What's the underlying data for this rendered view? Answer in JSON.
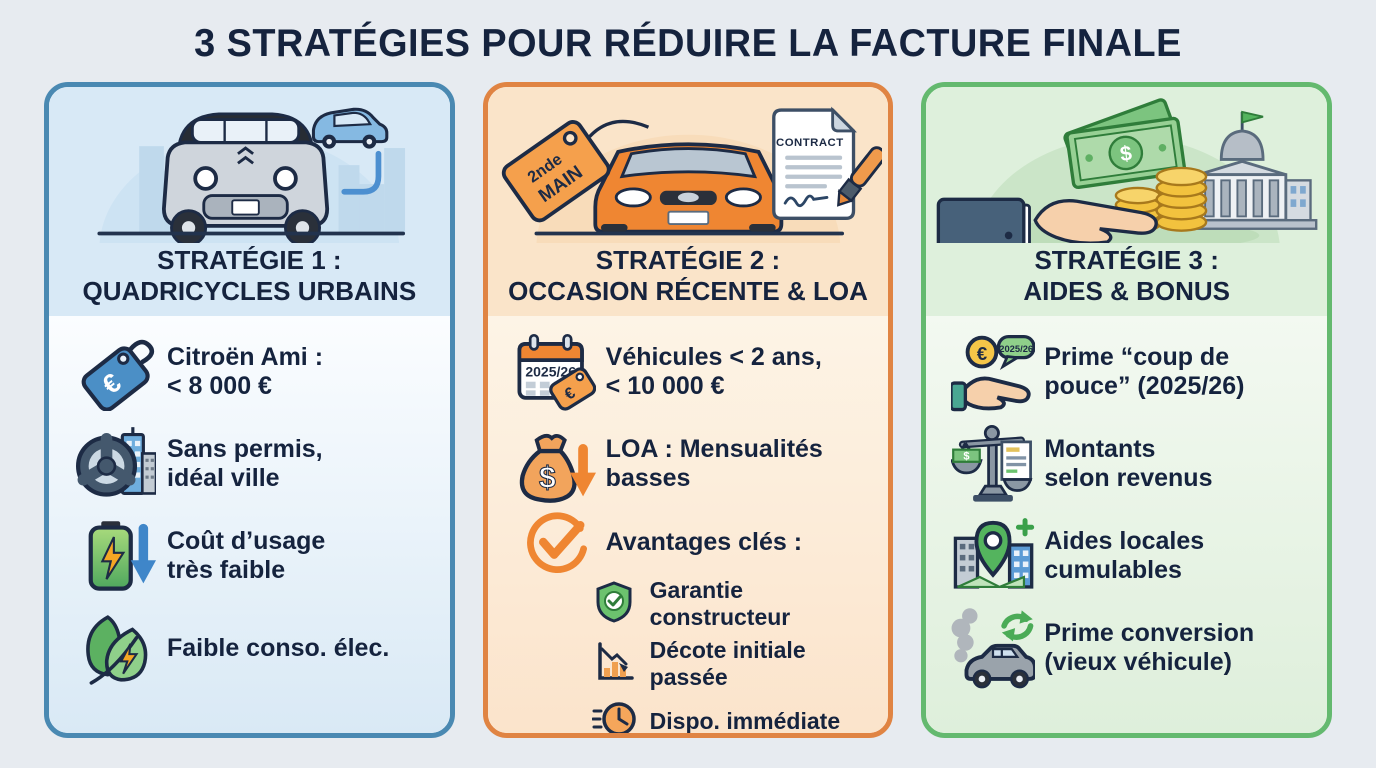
{
  "page_title": "3 STRATÉGIES POUR RÉDUIRE LA FACTURE FINALE",
  "cards": [
    {
      "title_line1": "STRATÉGIE 1 :",
      "title_line2": "QUADRICYCLES URBAINS",
      "accent_color": "#4a89b2",
      "illustration": "quadricycle-city-illustration",
      "items": [
        {
          "icon": "price-tag-euro-icon",
          "text": "Citroën Ami :\n< 8 000 €"
        },
        {
          "icon": "steering-wheel-city-icon",
          "text": "Sans permis,\nidéal ville"
        },
        {
          "icon": "battery-down-arrow-icon",
          "text": "Coût d’usage\ntrès faible"
        },
        {
          "icon": "leaf-bolt-icon",
          "text": "Faible conso. élec."
        }
      ]
    },
    {
      "title_line1": "STRATÉGIE 2 :",
      "title_line2": "OCCASION RÉCENTE & LOA",
      "accent_color": "#e08443",
      "illustration": "used-car-contract-illustration",
      "tag_label_line1": "2nde",
      "tag_label_line2": "MAIN",
      "contract_label": "CONTRACT",
      "calendar_label": "2025/26",
      "items": [
        {
          "icon": "calendar-tag-icon",
          "text": "Véhicules < 2 ans,\n< 10 000 €"
        },
        {
          "icon": "money-bag-down-icon",
          "text": "LOA : Mensualités\nbasses"
        },
        {
          "icon": "check-circle-icon",
          "text": "Avantages clés :"
        }
      ],
      "sub_items": [
        {
          "icon": "shield-check-icon",
          "text": "Garantie constructeur"
        },
        {
          "icon": "chart-down-icon",
          "text": "Décote initiale passée"
        },
        {
          "icon": "clock-fast-icon",
          "text": "Dispo. immédiate"
        }
      ]
    },
    {
      "title_line1": "STRATÉGIE 3 :",
      "title_line2": "AIDES & BONUS",
      "accent_color": "#64b96f",
      "illustration": "hand-money-government-illustration",
      "bubble_label": "2025/26",
      "items": [
        {
          "icon": "hand-euro-bubble-icon",
          "text": "Prime “coup de\npouce” (2025/26)"
        },
        {
          "icon": "scale-income-icon",
          "text": "Montants\nselon revenus"
        },
        {
          "icon": "map-pin-city-icon",
          "text": "Aides locales\ncumulables"
        },
        {
          "icon": "old-car-recycle-icon",
          "text": "Prime conversion\n(vieux véhicule)"
        }
      ]
    }
  ]
}
